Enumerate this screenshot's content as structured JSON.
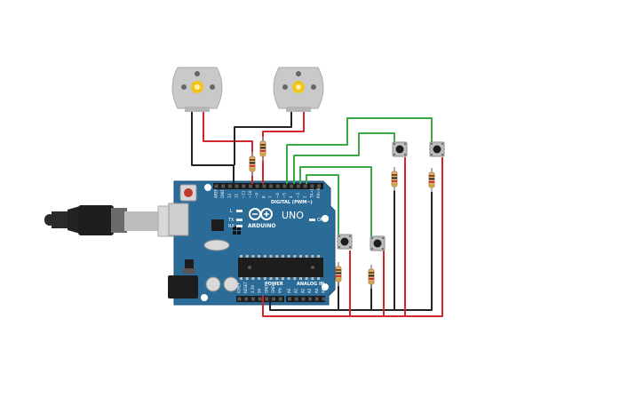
{
  "board": {
    "brand": "ARDUINO",
    "model": "UNO",
    "digital_label": "DIGITAL (PWM~)",
    "power_label": "POWER",
    "analog_label": "ANALOG IN",
    "reset_label": "RESET",
    "led_l": "L",
    "led_tx": "TX",
    "led_rx": "RX",
    "led_on": "ON",
    "digital_pins": [
      "AREF",
      "GND",
      "13",
      "12",
      "~11",
      "~10",
      "~9",
      "8",
      "7",
      "~6",
      "~5",
      "4",
      "~3",
      "2",
      "TX→1",
      "RX←0"
    ],
    "power_pins": [
      "IOREF",
      "RESET",
      "3.3V",
      "5V",
      "GND",
      "GND",
      "Vin"
    ],
    "analog_pins": [
      "A0",
      "A1",
      "A2",
      "A3",
      "A4",
      "A5"
    ]
  },
  "colors": {
    "board": "#2b6b97",
    "wire_red": "#d4252b",
    "wire_black": "#232323",
    "wire_green": "#3aa845",
    "motor_body": "#c9c9c9",
    "motor_shaft": "#f2c318"
  },
  "components": {
    "motors": 2,
    "pushbuttons": 4,
    "resistors": 6,
    "usb_cable": 1
  }
}
